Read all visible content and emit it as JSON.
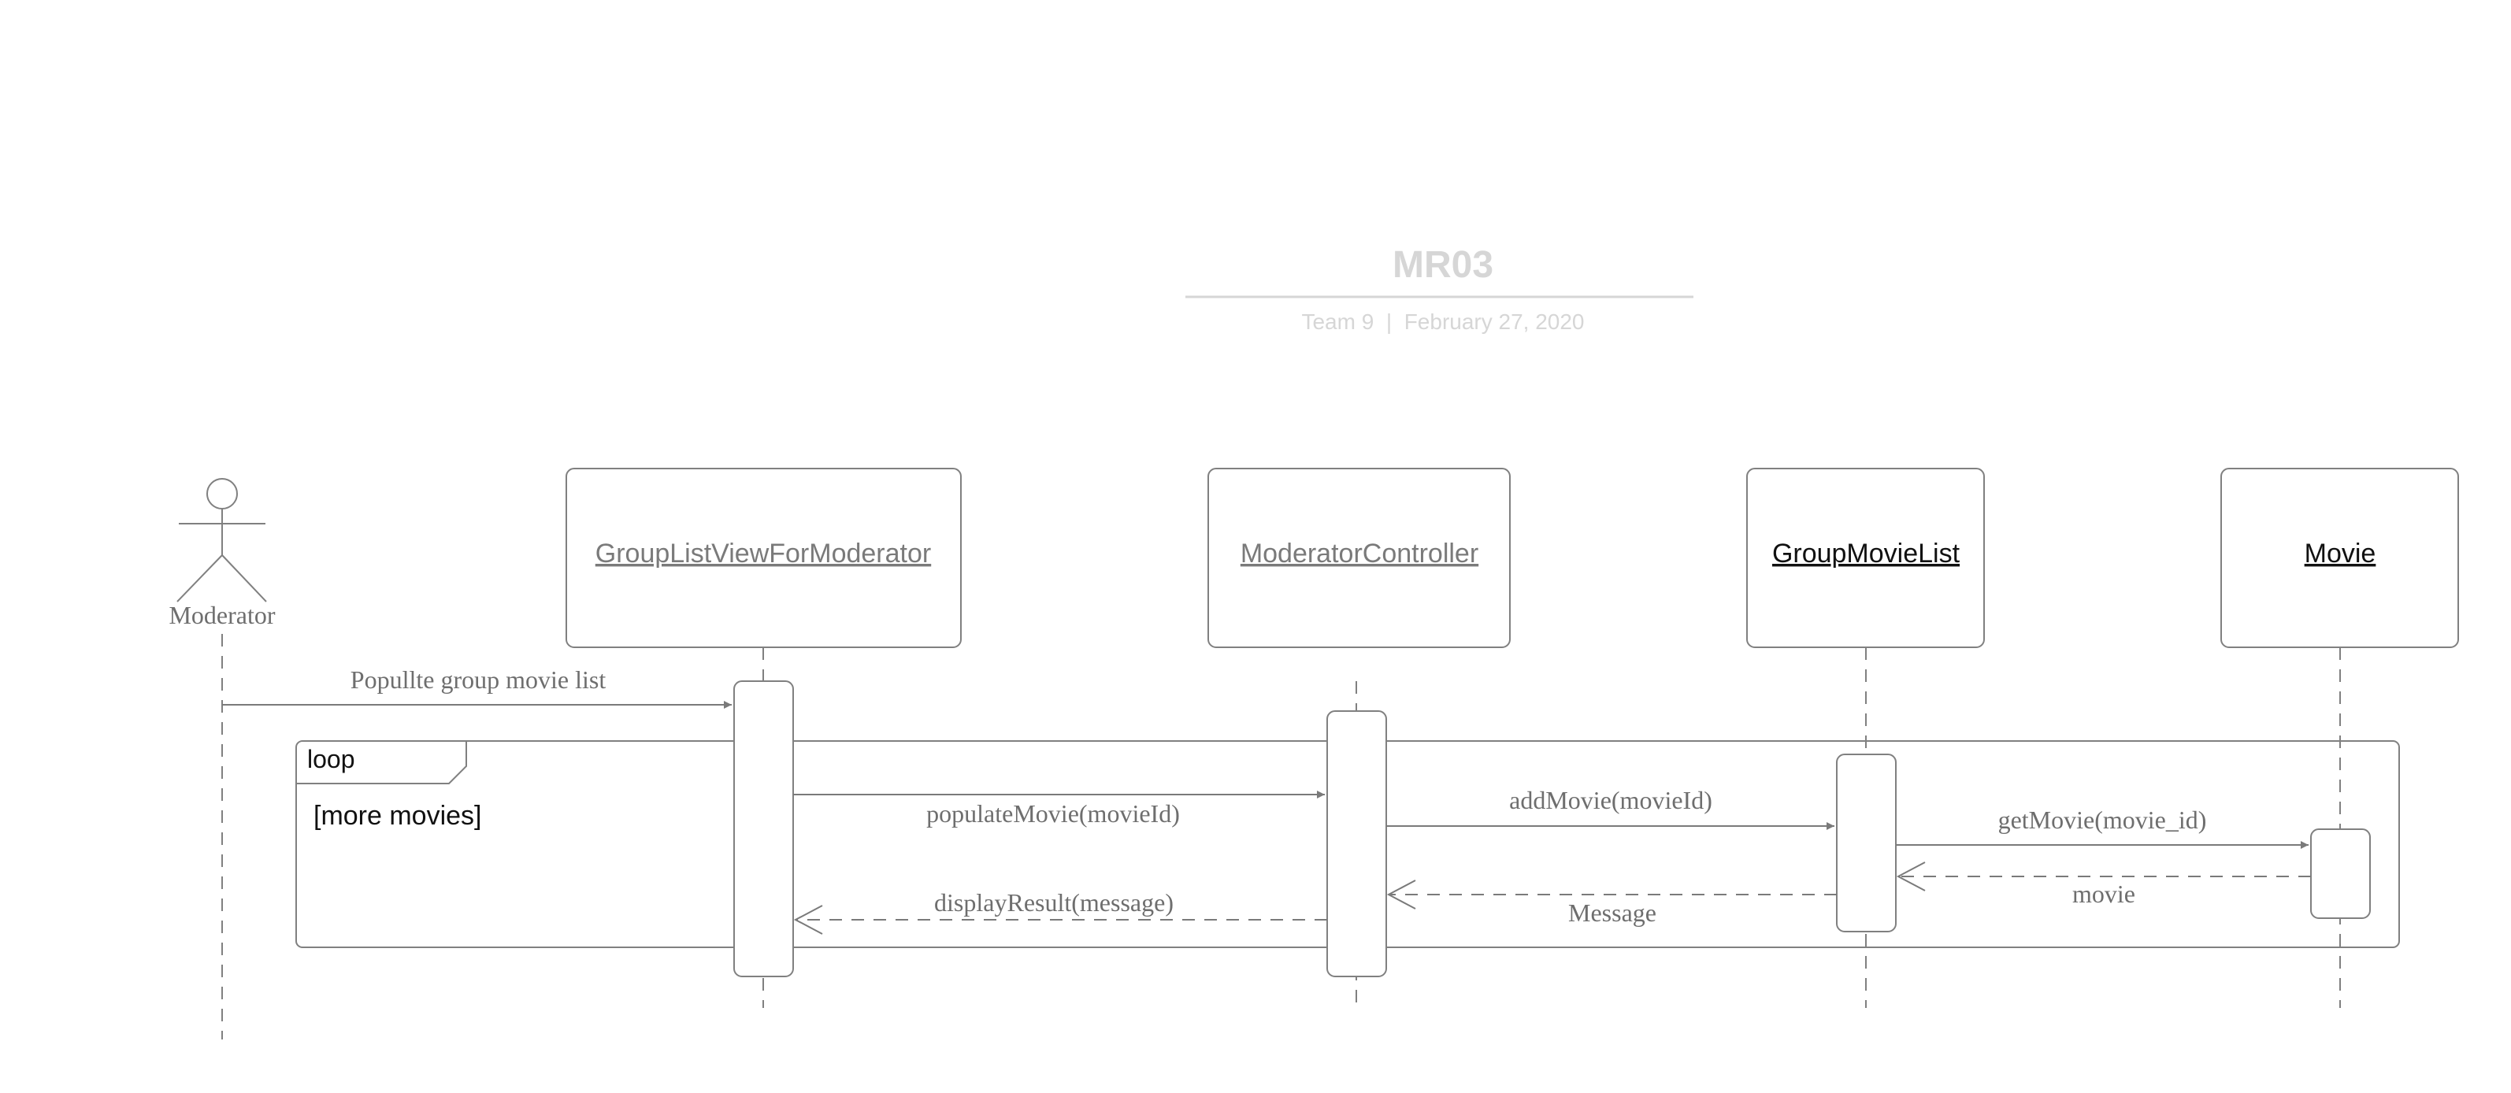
{
  "header": {
    "title": "MR03",
    "subtitle": "Team 9  |  February 27, 2020"
  },
  "actor": {
    "label": "Moderator"
  },
  "participants": [
    {
      "id": "p1",
      "label": "GroupListViewForModerator"
    },
    {
      "id": "p2",
      "label": "ModeratorController"
    },
    {
      "id": "p3",
      "label": "GroupMovieList"
    },
    {
      "id": "p4",
      "label": "Movie"
    }
  ],
  "loop": {
    "tag": "loop",
    "guard": "[more movies]"
  },
  "messages": [
    {
      "id": "m1",
      "label": "Popullte group movie list",
      "kind": "sync"
    },
    {
      "id": "m2",
      "label": "populateMovie(movieId)",
      "kind": "sync"
    },
    {
      "id": "m3",
      "label": "addMovie(movieId)",
      "kind": "sync"
    },
    {
      "id": "m4",
      "label": "getMovie(movie_id)",
      "kind": "sync"
    },
    {
      "id": "m5",
      "label": "movie",
      "kind": "return"
    },
    {
      "id": "m6",
      "label": "Message",
      "kind": "return"
    },
    {
      "id": "m7",
      "label": "displayResult(message)",
      "kind": "return"
    }
  ],
  "colors": {
    "line": "#808080",
    "text": "#6e6e6e",
    "header": "#d6d6d6",
    "dark_text": "#111111"
  }
}
